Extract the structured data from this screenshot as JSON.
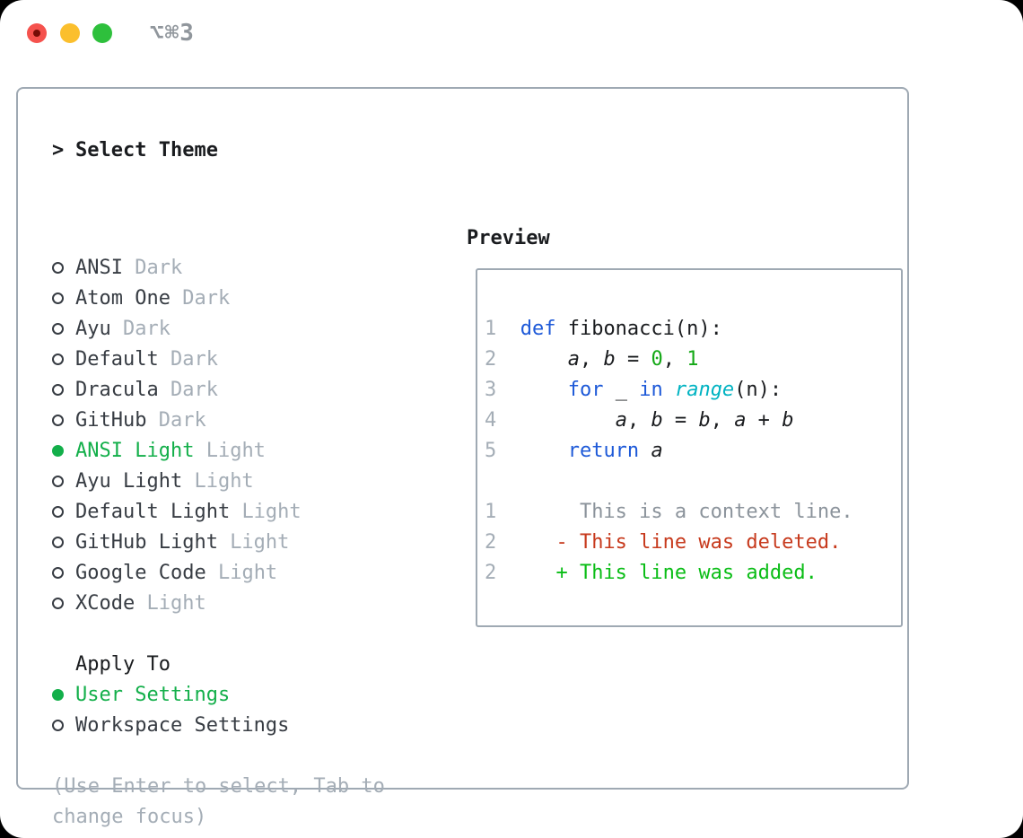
{
  "window": {
    "shortcut_label": "⌥⌘3",
    "traffic_lights": [
      "close",
      "minimize",
      "zoom"
    ]
  },
  "colors": {
    "accent_green": "#13af4a",
    "keyword_blue": "#1d59d8",
    "builtin_cyan": "#00b3c2",
    "number_green": "#14a816",
    "deleted_red": "#c73a1d",
    "added_green": "#0abd16",
    "text_dark": "#1a1c1f",
    "item_dark": "#373c43",
    "muted_gray": "#a4adb6",
    "context_gray": "#8b939b",
    "border_gray": "#9fa9b3"
  },
  "theme_panel": {
    "title_prefix": ">",
    "title": "Select Theme",
    "themes": [
      {
        "name": "ANSI",
        "variant": "Dark",
        "selected": false
      },
      {
        "name": "Atom One",
        "variant": "Dark",
        "selected": false
      },
      {
        "name": "Ayu",
        "variant": "Dark",
        "selected": false
      },
      {
        "name": "Default",
        "variant": "Dark",
        "selected": false
      },
      {
        "name": "Dracula",
        "variant": "Dark",
        "selected": false
      },
      {
        "name": "GitHub",
        "variant": "Dark",
        "selected": false
      },
      {
        "name": "ANSI Light",
        "variant": "Light",
        "selected": true
      },
      {
        "name": "Ayu Light",
        "variant": "Light",
        "selected": false
      },
      {
        "name": "Default Light",
        "variant": "Light",
        "selected": false
      },
      {
        "name": "GitHub Light",
        "variant": "Light",
        "selected": false
      },
      {
        "name": "Google Code",
        "variant": "Light",
        "selected": false
      },
      {
        "name": "XCode",
        "variant": "Light",
        "selected": false
      }
    ],
    "apply_to": {
      "title": "Apply To",
      "options": [
        {
          "label": "User Settings",
          "selected": true
        },
        {
          "label": "Workspace Settings",
          "selected": false
        }
      ]
    },
    "help_lines": [
      "(Use Enter to select, Tab to",
      "change focus)"
    ]
  },
  "preview": {
    "title": "Preview",
    "rows": [
      {
        "num": "1",
        "tokens": [
          {
            "text": "def ",
            "type": "kw"
          },
          {
            "text": "fibonacci(n):",
            "type": "plain"
          }
        ]
      },
      {
        "num": "2",
        "tokens": [
          {
            "text": "    ",
            "type": "plain"
          },
          {
            "text": "a",
            "type": "var"
          },
          {
            "text": ", ",
            "type": "plain"
          },
          {
            "text": "b",
            "type": "var"
          },
          {
            "text": " = ",
            "type": "plain"
          },
          {
            "text": "0",
            "type": "num"
          },
          {
            "text": ", ",
            "type": "plain"
          },
          {
            "text": "1",
            "type": "num"
          }
        ]
      },
      {
        "num": "3",
        "tokens": [
          {
            "text": "    ",
            "type": "plain"
          },
          {
            "text": "for",
            "type": "kw"
          },
          {
            "text": " _ ",
            "type": "plain"
          },
          {
            "text": "in",
            "type": "kw"
          },
          {
            "text": " ",
            "type": "plain"
          },
          {
            "text": "range",
            "type": "builtin"
          },
          {
            "text": "(n):",
            "type": "plain"
          }
        ]
      },
      {
        "num": "4",
        "tokens": [
          {
            "text": "        ",
            "type": "plain"
          },
          {
            "text": "a",
            "type": "var"
          },
          {
            "text": ", ",
            "type": "plain"
          },
          {
            "text": "b",
            "type": "var"
          },
          {
            "text": " = ",
            "type": "plain"
          },
          {
            "text": "b",
            "type": "var"
          },
          {
            "text": ", ",
            "type": "plain"
          },
          {
            "text": "a",
            "type": "var"
          },
          {
            "text": " + ",
            "type": "plain"
          },
          {
            "text": "b",
            "type": "var"
          }
        ]
      },
      {
        "num": "5",
        "tokens": [
          {
            "text": "    ",
            "type": "plain"
          },
          {
            "text": "return",
            "type": "kw"
          },
          {
            "text": " ",
            "type": "plain"
          },
          {
            "text": "a",
            "type": "var"
          }
        ]
      },
      {
        "num": "",
        "tokens": []
      },
      {
        "num": "1",
        "tokens": [
          {
            "text": "     This is a context line.",
            "type": "ctx"
          }
        ]
      },
      {
        "num": "2",
        "tokens": [
          {
            "text": "   - This line was deleted.",
            "type": "del"
          }
        ]
      },
      {
        "num": "2",
        "tokens": [
          {
            "text": "   + This line was added.",
            "type": "add"
          }
        ]
      }
    ]
  }
}
